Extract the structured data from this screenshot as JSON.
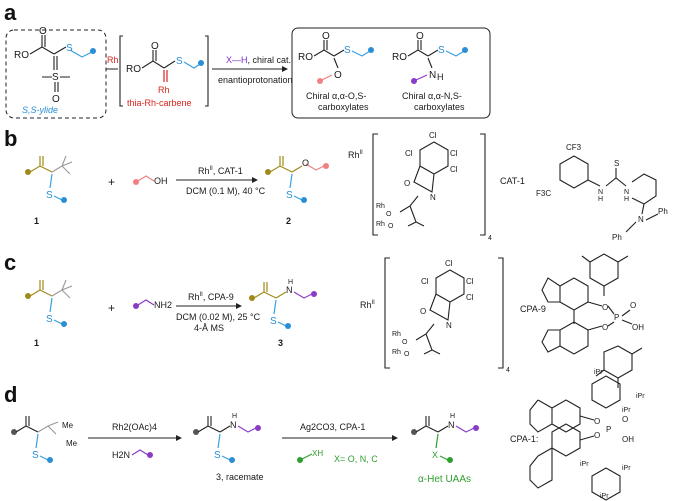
{
  "panels": {
    "a": {
      "label": "a",
      "ylide_caption": "S,S-ylide",
      "rh_label": "Rh",
      "carbene_caption": "thia-Rh-carbene",
      "reagent_xh": "X—H",
      "reagent_cat": ", chiral cat.",
      "process": "enantioprotonation",
      "product1_caption_line1": "Chiral α,α-O,S-",
      "product1_caption_line2": "carboxylates",
      "product2_caption_line1": "Chiral α,α-N,S-",
      "product2_caption_line2": "carboxylates",
      "atoms": {
        "RO": "RO",
        "O": "O",
        "S": "S",
        "Rh": "Rh",
        "N": "N",
        "H": "H"
      }
    },
    "b": {
      "label": "b",
      "conditions_line1": "Rh",
      "conditions_sup": "II",
      "conditions_cat": ", CAT-1",
      "conditions_line2": "DCM (0.1 M), 40 °C",
      "compound_sm": "1",
      "compound_product": "2",
      "plus": "+",
      "oh": "OH",
      "catalyst_rh": "Rh",
      "catalyst_rh_sup": "II",
      "bracket_sub": "4",
      "cat_name": "CAT-1",
      "cf3_top": "CF3",
      "f3c_left": "F3C",
      "ph": "Ph",
      "cl": "Cl"
    },
    "c": {
      "label": "c",
      "conditions_line1": "Rh",
      "conditions_sup": "II",
      "conditions_cat": ", CPA-9",
      "conditions_line2": "DCM (0.02 M), 25 °C",
      "conditions_line3": "4-Å MS",
      "compound_sm": "1",
      "compound_product": "3",
      "plus": "+",
      "nh2": "NH2",
      "catalyst_rh": "Rh",
      "catalyst_rh_sup": "II",
      "bracket_sub": "4",
      "cat_name": "CPA-9",
      "oh": "OH",
      "p": "P"
    },
    "d": {
      "label": "d",
      "reagent1": "Rh2(OAc)4",
      "amine": "H2N",
      "racemate": "3, racemate",
      "reagent2": "Ag2CO3, CPA-1",
      "xh": "XH",
      "x_options": "X= O, N, C",
      "product_caption": "α-Het UAAs",
      "cat_name": "CPA-1:",
      "ipr": "iPr",
      "me": "Me",
      "oh": "OH",
      "p": "P"
    }
  },
  "colors": {
    "red": "#d7261e",
    "purple": "#7b2fbf",
    "blue": "#2a8fd6",
    "green": "#2f9e2f",
    "olive": "#a08a1a",
    "pink": "#f08080"
  }
}
